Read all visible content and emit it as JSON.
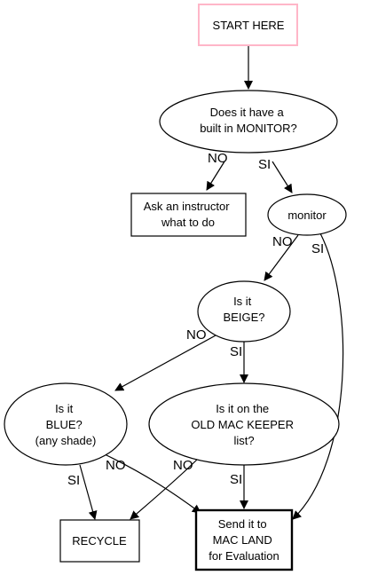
{
  "nodes": {
    "start": {
      "lines": [
        "START HERE"
      ]
    },
    "monitor_question": {
      "lines": [
        "Does it have a",
        "built in MONITOR?"
      ]
    },
    "ask_instructor": {
      "lines": [
        "Ask an instructor",
        "what to do"
      ]
    },
    "monitor": {
      "lines": [
        "monitor"
      ]
    },
    "beige_question": {
      "lines": [
        "Is it",
        "BEIGE?"
      ]
    },
    "blue_question": {
      "lines": [
        "Is it",
        "BLUE?",
        "(any shade)"
      ]
    },
    "keeper_question": {
      "lines": [
        "Is it on the",
        "OLD MAC KEEPER",
        "list?"
      ]
    },
    "recycle": {
      "lines": [
        "RECYCLE"
      ]
    },
    "mac_land": {
      "lines": [
        "Send it to",
        "MAC LAND",
        "for Evaluation"
      ]
    }
  },
  "edges": {
    "monitor_no": "NO",
    "monitor_si": "SI",
    "monitor_node_no": "NO",
    "monitor_node_si": "SI",
    "beige_no": "NO",
    "beige_si": "SI",
    "blue_si": "SI",
    "blue_no": "NO",
    "keeper_no": "NO",
    "keeper_si": "SI"
  }
}
